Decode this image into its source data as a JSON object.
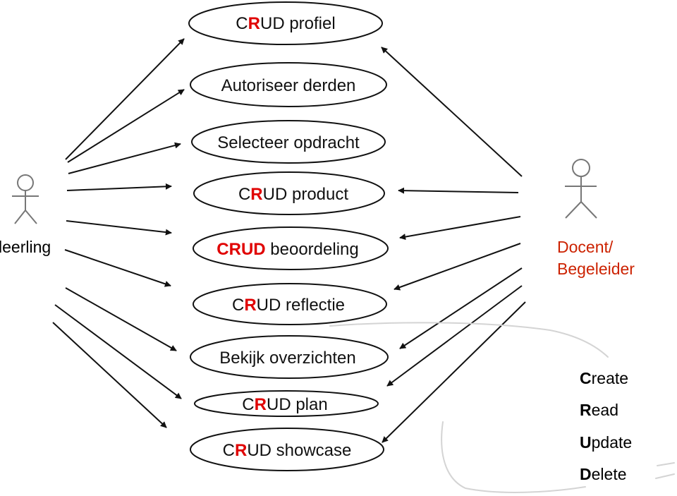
{
  "actors": {
    "student": {
      "name": "leerling",
      "name_color": "#000000"
    },
    "teacher": {
      "name_line1": "Docent/",
      "name_line2": "Begeleider",
      "name_color": "#cc2200"
    }
  },
  "use_cases": [
    {
      "id": "profiel",
      "pre": "C",
      "hl": "R",
      "post": "UD profiel",
      "hl_color": "#e00000"
    },
    {
      "id": "autoriseer",
      "pre": "Autoriseer derden",
      "hl": "",
      "post": "",
      "hl_color": "#e00000"
    },
    {
      "id": "selecteer",
      "pre": "Selecteer opdracht",
      "hl": "",
      "post": "",
      "hl_color": "#e00000"
    },
    {
      "id": "product",
      "pre": "C",
      "hl": "R",
      "post": "UD product",
      "hl_color": "#e00000"
    },
    {
      "id": "beoordeling",
      "pre": "",
      "hl": "CRUD",
      "post": " beoordeling",
      "hl_color": "#e00000"
    },
    {
      "id": "reflectie",
      "pre": "C",
      "hl": "R",
      "post": "UD reflectie",
      "hl_color": "#e00000"
    },
    {
      "id": "overzichten",
      "pre": "Bekijk overzichten",
      "hl": "",
      "post": "",
      "hl_color": "#e00000"
    },
    {
      "id": "plan",
      "pre": "C",
      "hl": "R",
      "post": "UD plan",
      "hl_color": "#e00000"
    },
    {
      "id": "showcase",
      "pre": "C",
      "hl": "R",
      "post": "UD showcase",
      "hl_color": "#e00000"
    }
  ],
  "legend": [
    {
      "initial": "C",
      "rest": "reate"
    },
    {
      "initial": "R",
      "rest": "ead"
    },
    {
      "initial": "U",
      "rest": "pdate"
    },
    {
      "initial": "D",
      "rest": "elete"
    }
  ]
}
